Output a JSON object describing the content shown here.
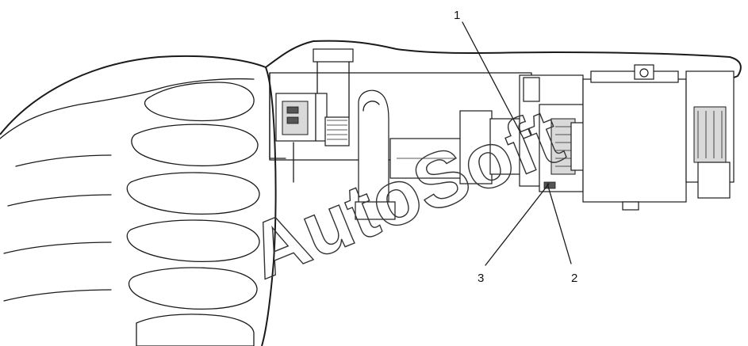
{
  "callouts": [
    {
      "number": "1"
    },
    {
      "number": "2"
    },
    {
      "number": "3"
    }
  ],
  "watermark": "AutoSoft",
  "colors": {
    "line": "#1a1a1a",
    "background": "#ffffff",
    "shade": "#d9d9d9"
  }
}
